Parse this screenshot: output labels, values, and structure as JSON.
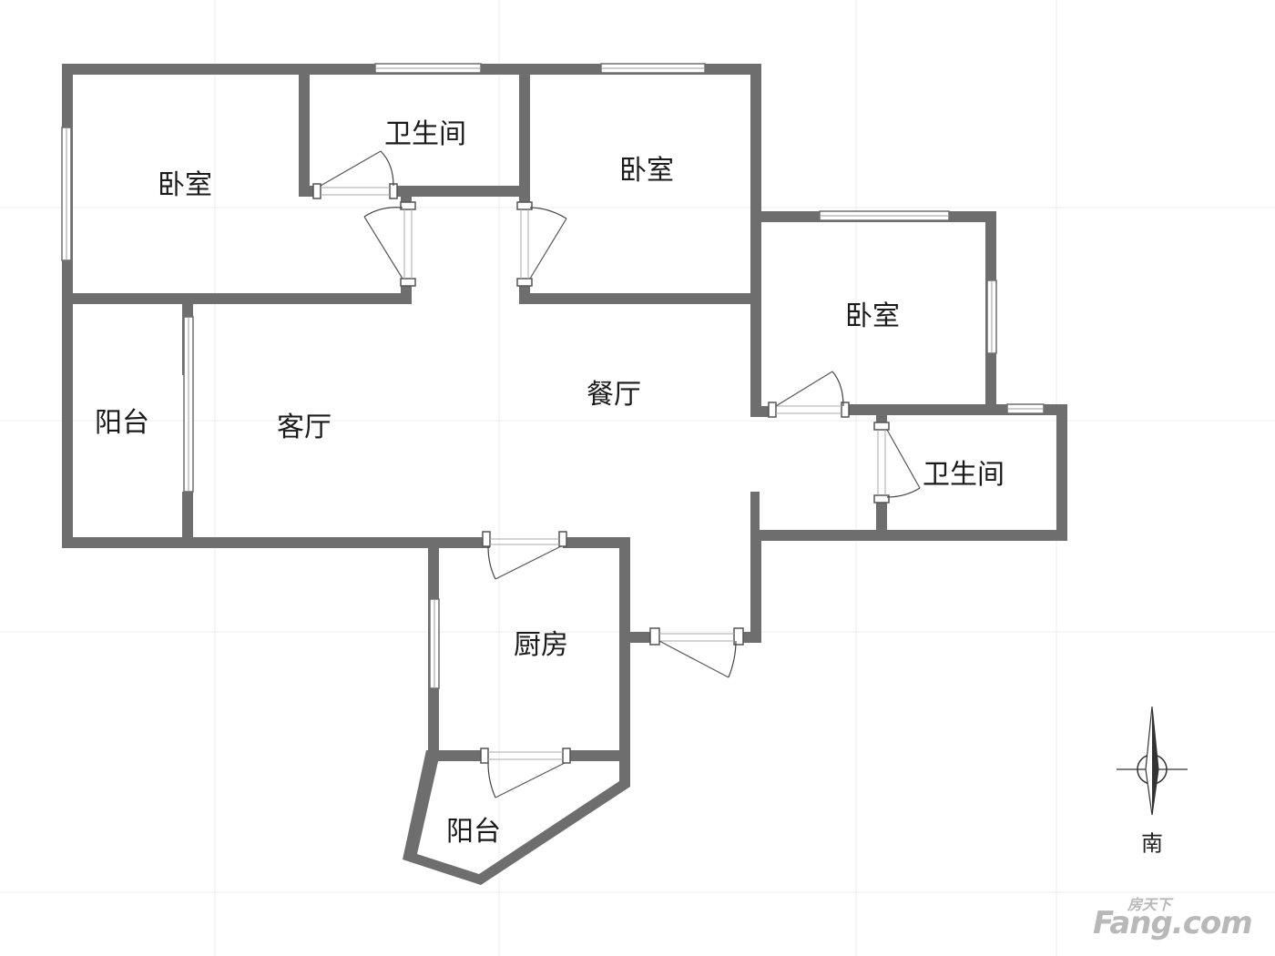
{
  "plan": {
    "rooms": [
      {
        "id": "bedroom-nw",
        "label": "卧室"
      },
      {
        "id": "bathroom-n",
        "label": "卫生间"
      },
      {
        "id": "bedroom-n",
        "label": "卧室"
      },
      {
        "id": "bedroom-e",
        "label": "卧室"
      },
      {
        "id": "balcony-w",
        "label": "阳台"
      },
      {
        "id": "living-room",
        "label": "客厅"
      },
      {
        "id": "dining-room",
        "label": "餐厅"
      },
      {
        "id": "bathroom-e",
        "label": "卫生间"
      },
      {
        "id": "kitchen",
        "label": "厨房"
      },
      {
        "id": "balcony-s",
        "label": "阳台"
      }
    ],
    "compass": {
      "direction": "南"
    },
    "watermark": {
      "brand_cn": "房天下",
      "brand_en": "Fang.com"
    },
    "colors": {
      "wall": "#6e6e6e",
      "background": "#ffffff"
    }
  }
}
